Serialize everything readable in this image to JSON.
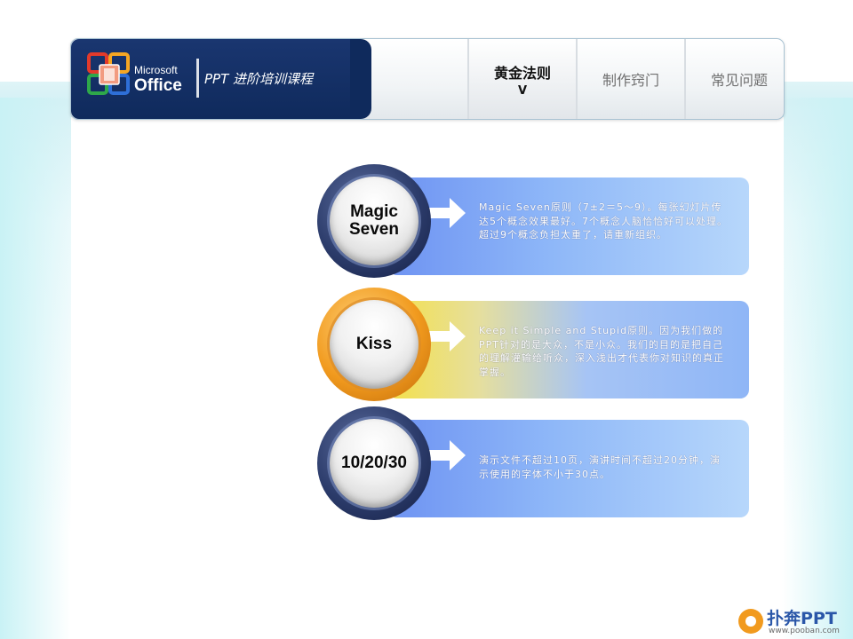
{
  "header": {
    "brand_small": "Microsoft",
    "brand_big": "Office",
    "subtitle": "PPT 进阶培训课程",
    "tabs": [
      {
        "label": "黄金法则",
        "marker": "V",
        "active": true
      },
      {
        "label": "制作窍门",
        "marker": "",
        "active": false
      },
      {
        "label": "常见问题",
        "marker": "",
        "active": false
      }
    ]
  },
  "rows": [
    {
      "circle_lines": [
        "Magic",
        "Seven"
      ],
      "text": "Magic Seven原则（7±2＝5～9）。每张幻灯片传达5个概念效果最好。7个概念人脑恰恰好可以处理。超过9个概念负担太重了，请重新组织。"
    },
    {
      "circle_lines": [
        "Kiss"
      ],
      "text": "Keep it Simple and Stupid原则。因为我们做的PPT针对的是大众，不是小众。我们的目的是把自己的理解灌输给听众，深入浅出才代表你对知识的真正掌握。"
    },
    {
      "circle_lines": [
        "10/20/30"
      ],
      "text": "演示文件不超过10页，演讲时间不超过20分钟，演示使用的字体不小于30点。"
    }
  ],
  "watermark": {
    "title": "扑奔PPT",
    "url": "www.pooban.com"
  },
  "colors": {
    "navy": "#0f2a5c",
    "orange": "#f19a1e",
    "bar_blue": "#8eb7f8"
  }
}
